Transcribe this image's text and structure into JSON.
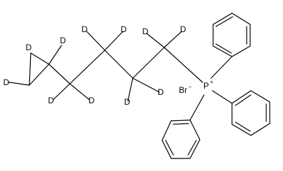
{
  "structure": {
    "deuterium_label": "D",
    "phosphorus_label": "P",
    "phosphorus_charge": "+",
    "counter_ion_label": "Br",
    "counter_ion_charge": "−"
  }
}
